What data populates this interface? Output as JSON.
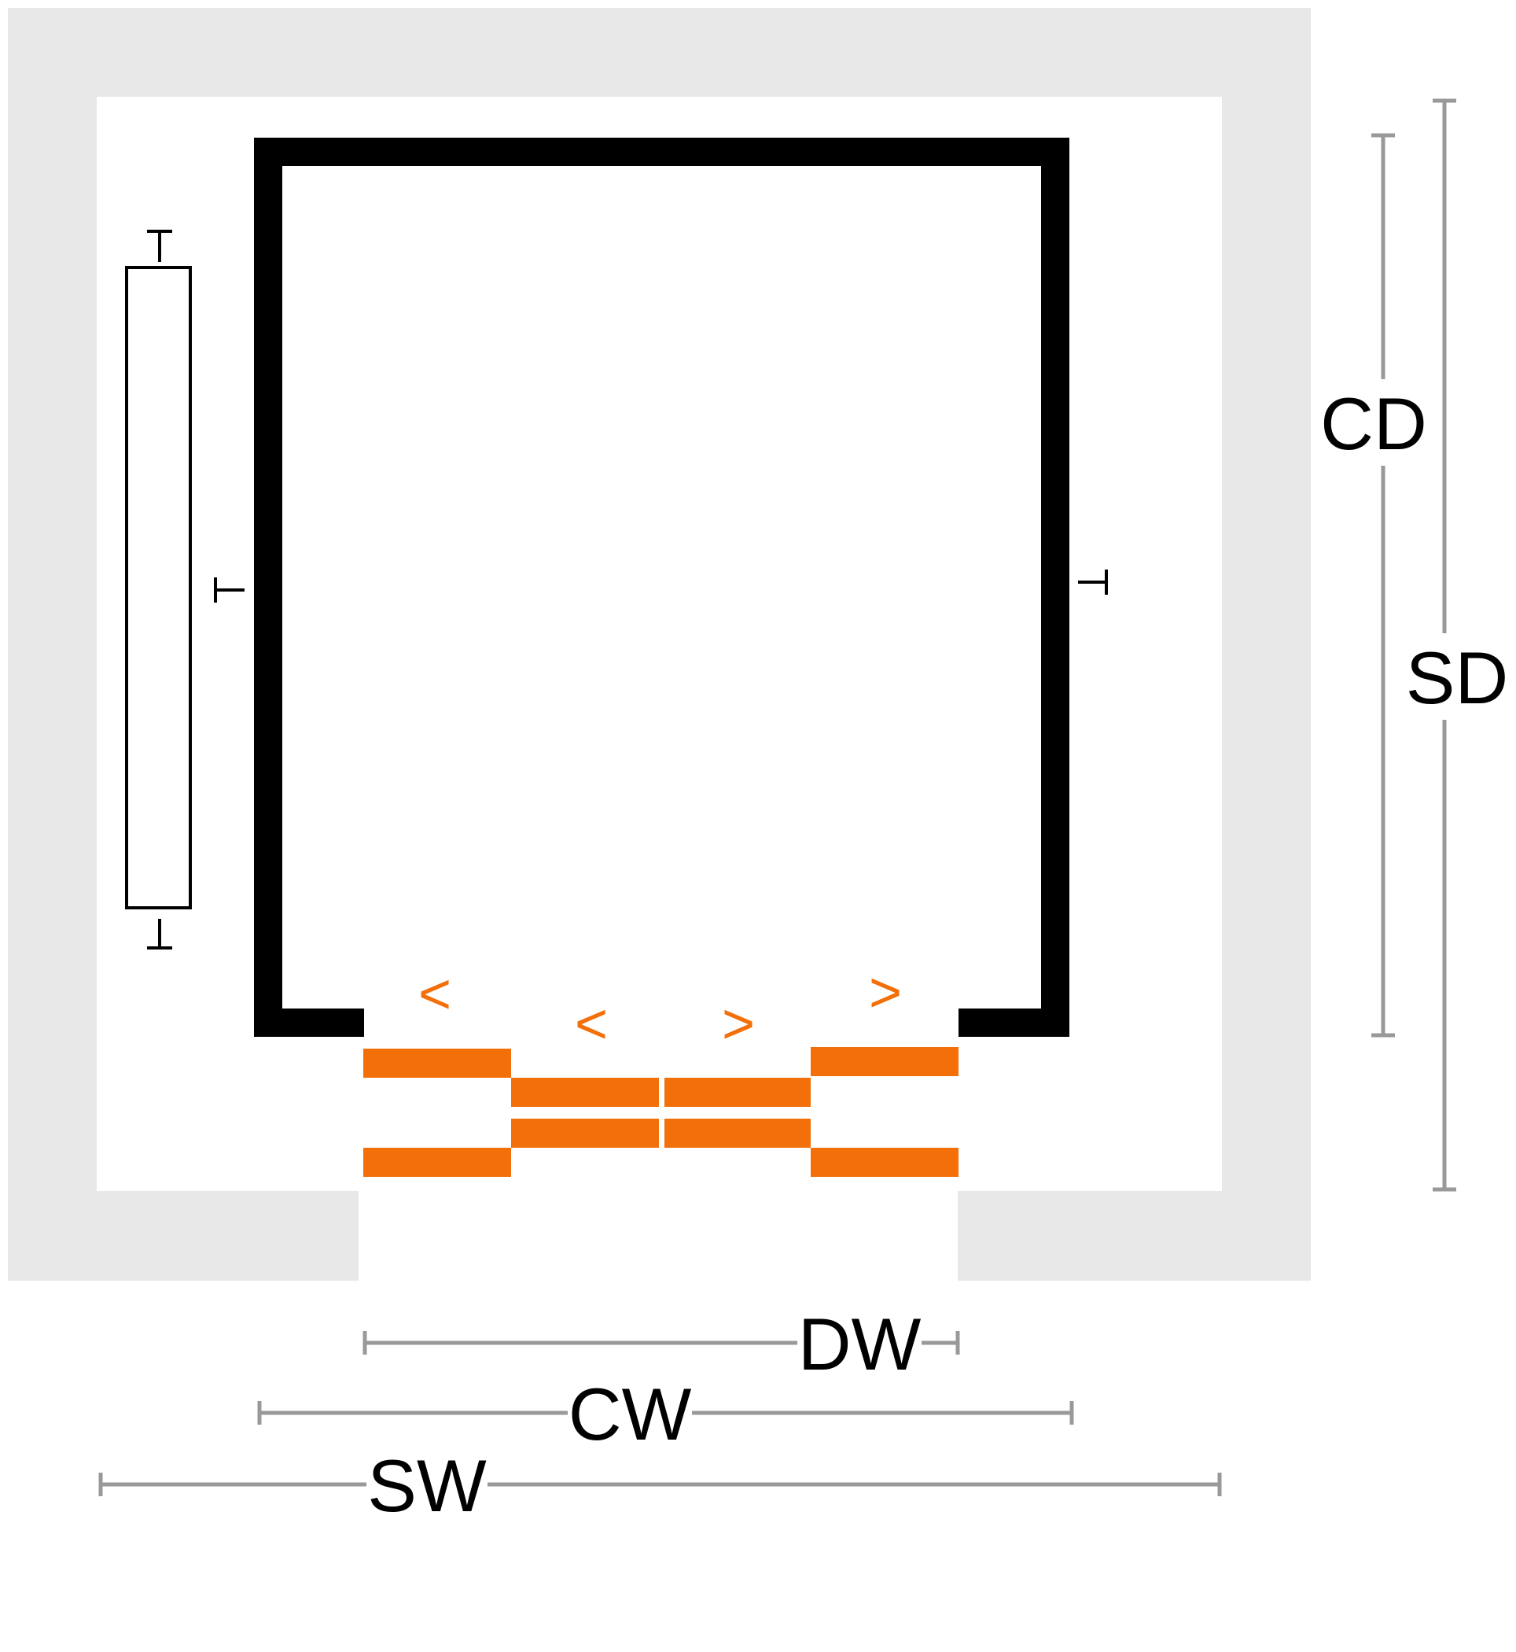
{
  "colors": {
    "shaft_wall": "#e8e8e8",
    "car_wall": "#000000",
    "door": "#f26f0a",
    "dimension_line": "#999999",
    "label": "#000000"
  },
  "labels": {
    "car_depth": "CD",
    "shaft_depth": "SD",
    "door_width": "DW",
    "car_width": "CW",
    "shaft_width": "SW"
  },
  "door_arrows": {
    "left_outer": "<",
    "left_inner": "<",
    "right_inner": ">",
    "right_outer": ">"
  }
}
